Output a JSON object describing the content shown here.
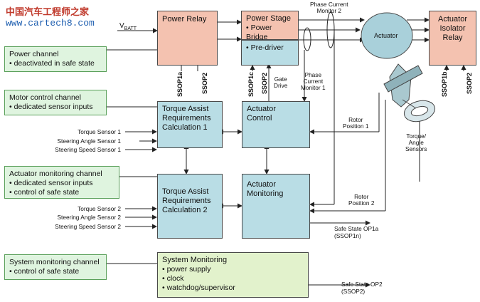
{
  "watermark": {
    "chinese": "中国汽车工程师之家",
    "url": "www.cartech8.com"
  },
  "blocks": {
    "power_relay": "Power Relay",
    "power_stage_title": "Power Stage",
    "power_stage_bullet": "• Power Bridge",
    "predriver": "• Pre-driver",
    "actuator": "Actuator",
    "isolator": [
      "Actuator",
      "Isolator",
      "Relay"
    ],
    "torque1": [
      "Torque Assist",
      "Requirements",
      "Calculation 1"
    ],
    "act_control": [
      "Actuator",
      "Control"
    ],
    "torque2": [
      "Torque Assist",
      "Requirements",
      "Calculation 2"
    ],
    "act_monitoring": [
      "Actuator",
      "Monitoring"
    ],
    "sysmon_title": "System Monitoring",
    "sysmon_items": [
      "• power supply",
      "• clock",
      "• watchdog/supervisor"
    ]
  },
  "notes": {
    "power": [
      "Power channel",
      "• deactivated in safe state"
    ],
    "motor": [
      "Motor control channel",
      "• dedicated sensor inputs"
    ],
    "actmon": [
      "Actuator monitoring  channel",
      "• dedicated sensor inputs",
      "• control of safe state"
    ],
    "sysmon": [
      "System monitoring channel",
      "• control of safe state"
    ]
  },
  "labels": {
    "vbatt": "V",
    "vbatt_sub": "BATT",
    "phase2": [
      "Phase Current",
      "Monitor 2"
    ],
    "phase1": [
      "Phase",
      "Current",
      "Monitor 1"
    ],
    "gate": [
      "Gate",
      "Drive"
    ],
    "rotor1": [
      "Rotor",
      "Position 1"
    ],
    "rotor2": [
      "Rotor",
      "Position 2"
    ],
    "torque_angle": [
      "Torque/",
      "Angle",
      "Sensors"
    ],
    "safe1": [
      "Safe State OP1a",
      "(SSOP1n)"
    ],
    "safe2": [
      "Safe State OP2",
      "(SSOP2)"
    ],
    "ssop1a": "SSOP1a",
    "ssop2a": "SSOP2",
    "ssop1c": "SSOP1c",
    "ssop2b": "SSOP2",
    "ssop1b": "SSOP1b",
    "ssop2c": "SSOP2"
  },
  "sensors1": [
    "Torque Sensor 1",
    "Steering Angle Sensor 1",
    "Steering Speed Sensor 1"
  ],
  "sensors2": [
    "Torque Sensor 2",
    "Steering Angle Sensor 2",
    "Steering Speed Sensor 2"
  ]
}
